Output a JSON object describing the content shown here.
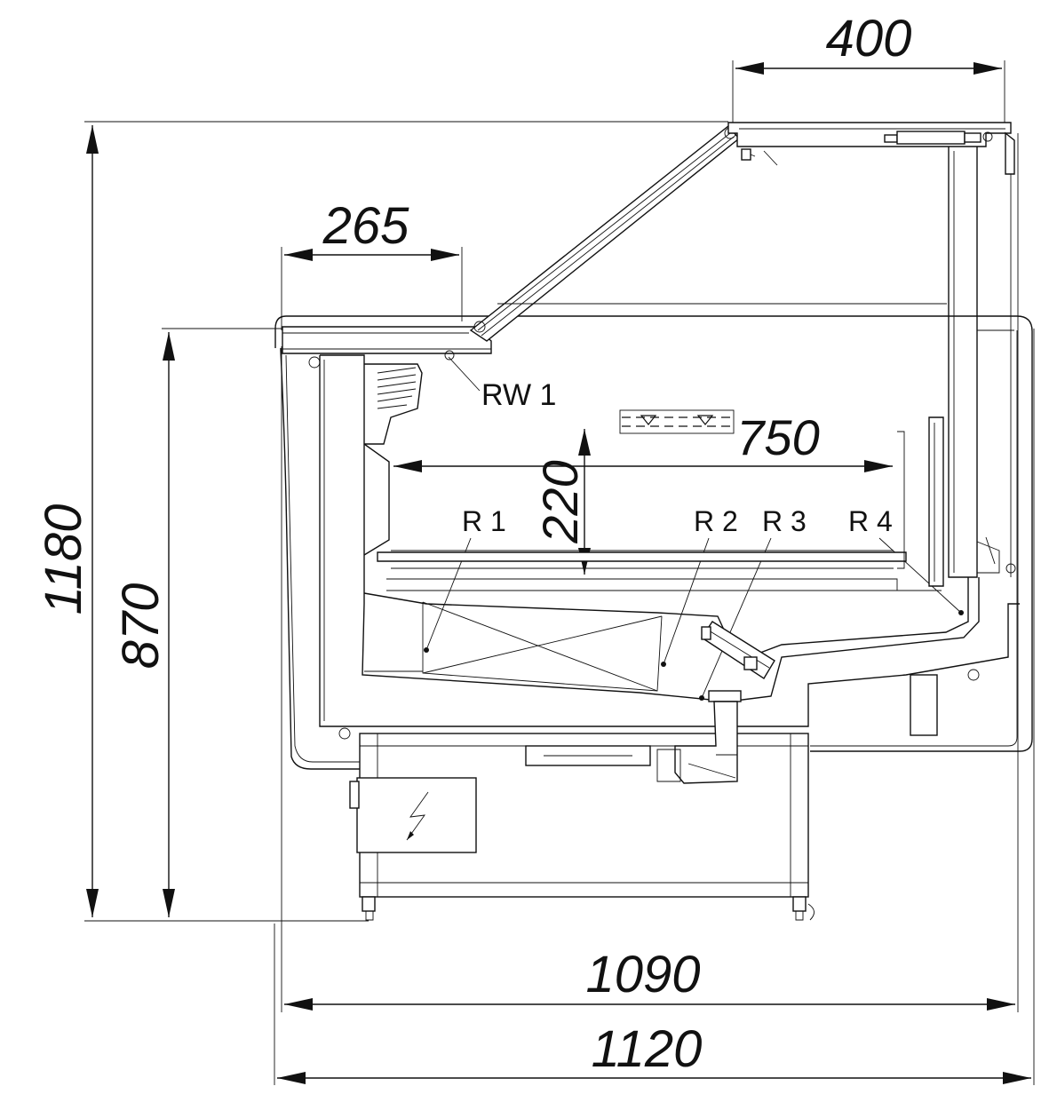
{
  "dimensions": {
    "top_width": "400",
    "shelf_depth": "265",
    "internal_width": "750",
    "load_height": "220",
    "total_height": "1180",
    "counter_height": "870",
    "inner_length": "1090",
    "total_length": "1120"
  },
  "labels": {
    "rw1": "RW 1",
    "r1": "R 1",
    "r2": "R 2",
    "r3": "R 3",
    "r4": "R 4"
  },
  "icons": {
    "electric": "lightning-bolt-icon",
    "load_limit": "load-limit-triangle-icon"
  },
  "colors": {
    "line": "#111111",
    "background": "#ffffff"
  }
}
